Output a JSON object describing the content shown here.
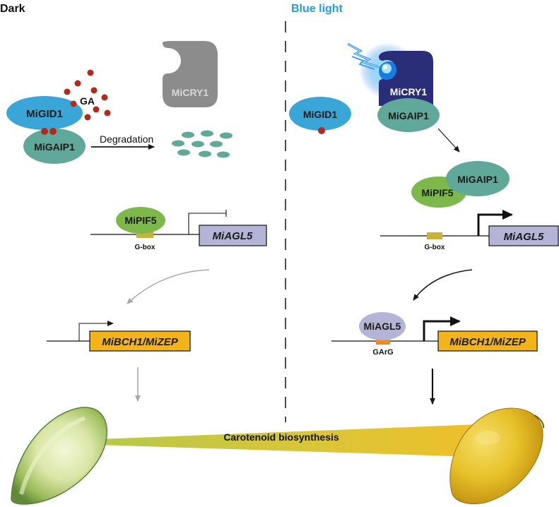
{
  "panels": {
    "dark": {
      "title": "Dark"
    },
    "blue": {
      "title": "Blue light"
    }
  },
  "dark": {
    "gid1": "MiGID1",
    "ga": "GA",
    "gaip1": "MiGAIP1",
    "cry1": "MiCRY1",
    "degradation": "Degradation",
    "pif5": "MiPIF5",
    "gbox": "G-box",
    "agl5_gene": "MiAGL5",
    "bch1_gene": "MiBCH1/MiZEP"
  },
  "blue": {
    "gid1": "MiGID1",
    "cry1": "MiCRY1",
    "gaip1_bound": "MiGAIP1",
    "gaip1": "MiGAIP1",
    "pif5": "MiPIF5",
    "gbox": "G-box",
    "agl5_gene": "MiAGL5",
    "agl5_protein": "MiAGL5",
    "garg": "GArG",
    "bch1_gene": "MiBCH1/MiZEP"
  },
  "bottom": {
    "carotenoid": "Carotenoid biosynthesis"
  },
  "colors": {
    "gid1": "#3aa6d8",
    "gaip1": "#5fa89a",
    "cry1_dark": "#8c8c8c",
    "cry1_blue": "#2a2e78",
    "pif5": "#7cb94a",
    "agl5_box": "#b4b4d6",
    "bch1_box": "#f2b418",
    "ga_dot": "#b02a20",
    "blue_title": "#2a9ad8"
  }
}
